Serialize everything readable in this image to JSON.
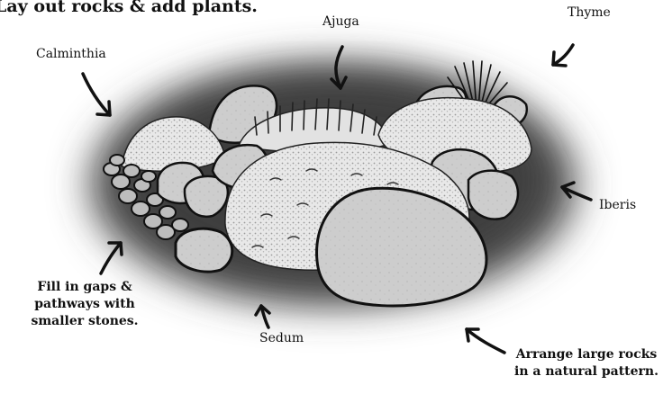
{
  "heading": "Lay out rocks & add plants.",
  "labels": {
    "calminthia": "Calminthia",
    "ajuga": "Ajuga",
    "thyme": "Thyme",
    "iberis": "Iberis",
    "sedum": "Sedum",
    "fill_gaps": "Fill in gaps & pathways with smaller stones.",
    "arrange": "Arrange large rocks in a natural pattern."
  },
  "colors": {
    "ink": "#111111",
    "shadow": "#5a5a5a",
    "rock_fill": "#cfcfcf",
    "plant_fill": "#e6e6e6"
  }
}
